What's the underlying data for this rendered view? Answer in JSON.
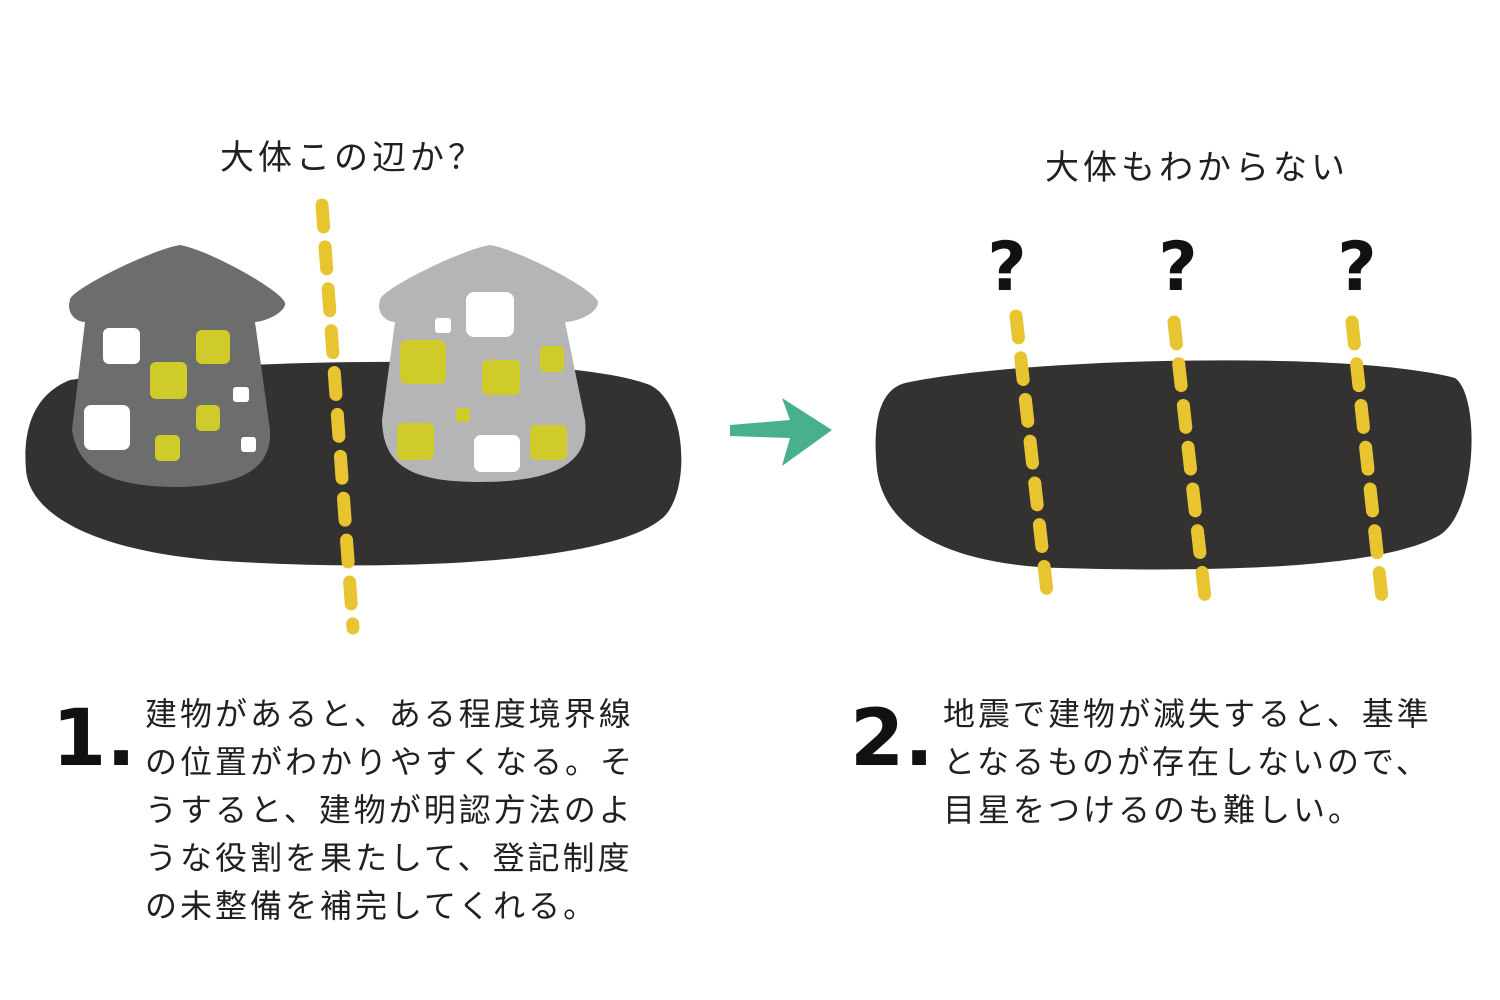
{
  "panel1": {
    "label": "大体この辺か？",
    "number": "1.",
    "description_lines": [
      "建物があると、ある程度境界線",
      "の位置がわかりやすくなる。そ",
      "うすると、建物が明認方法のよ",
      "うな役割を果たして、登記制度",
      "の未整備を補完してくれる。"
    ]
  },
  "panel2": {
    "label": "大体もわからない",
    "number": "2.",
    "description_lines": [
      "地震で建物が滅失すると、基準",
      "となるものが存在しないので、",
      "目星をつけるのも難しい。"
    ],
    "question_marks": [
      "?",
      "?",
      "?"
    ]
  },
  "colors": {
    "land": "#333231",
    "house_dark": "#6d6d6d",
    "house_light": "#b4b5b4",
    "window_white": "#ffffff",
    "window_yellow": "#cfcb2a",
    "boundary_line": "#e8c431",
    "arrow": "#49b08c"
  }
}
